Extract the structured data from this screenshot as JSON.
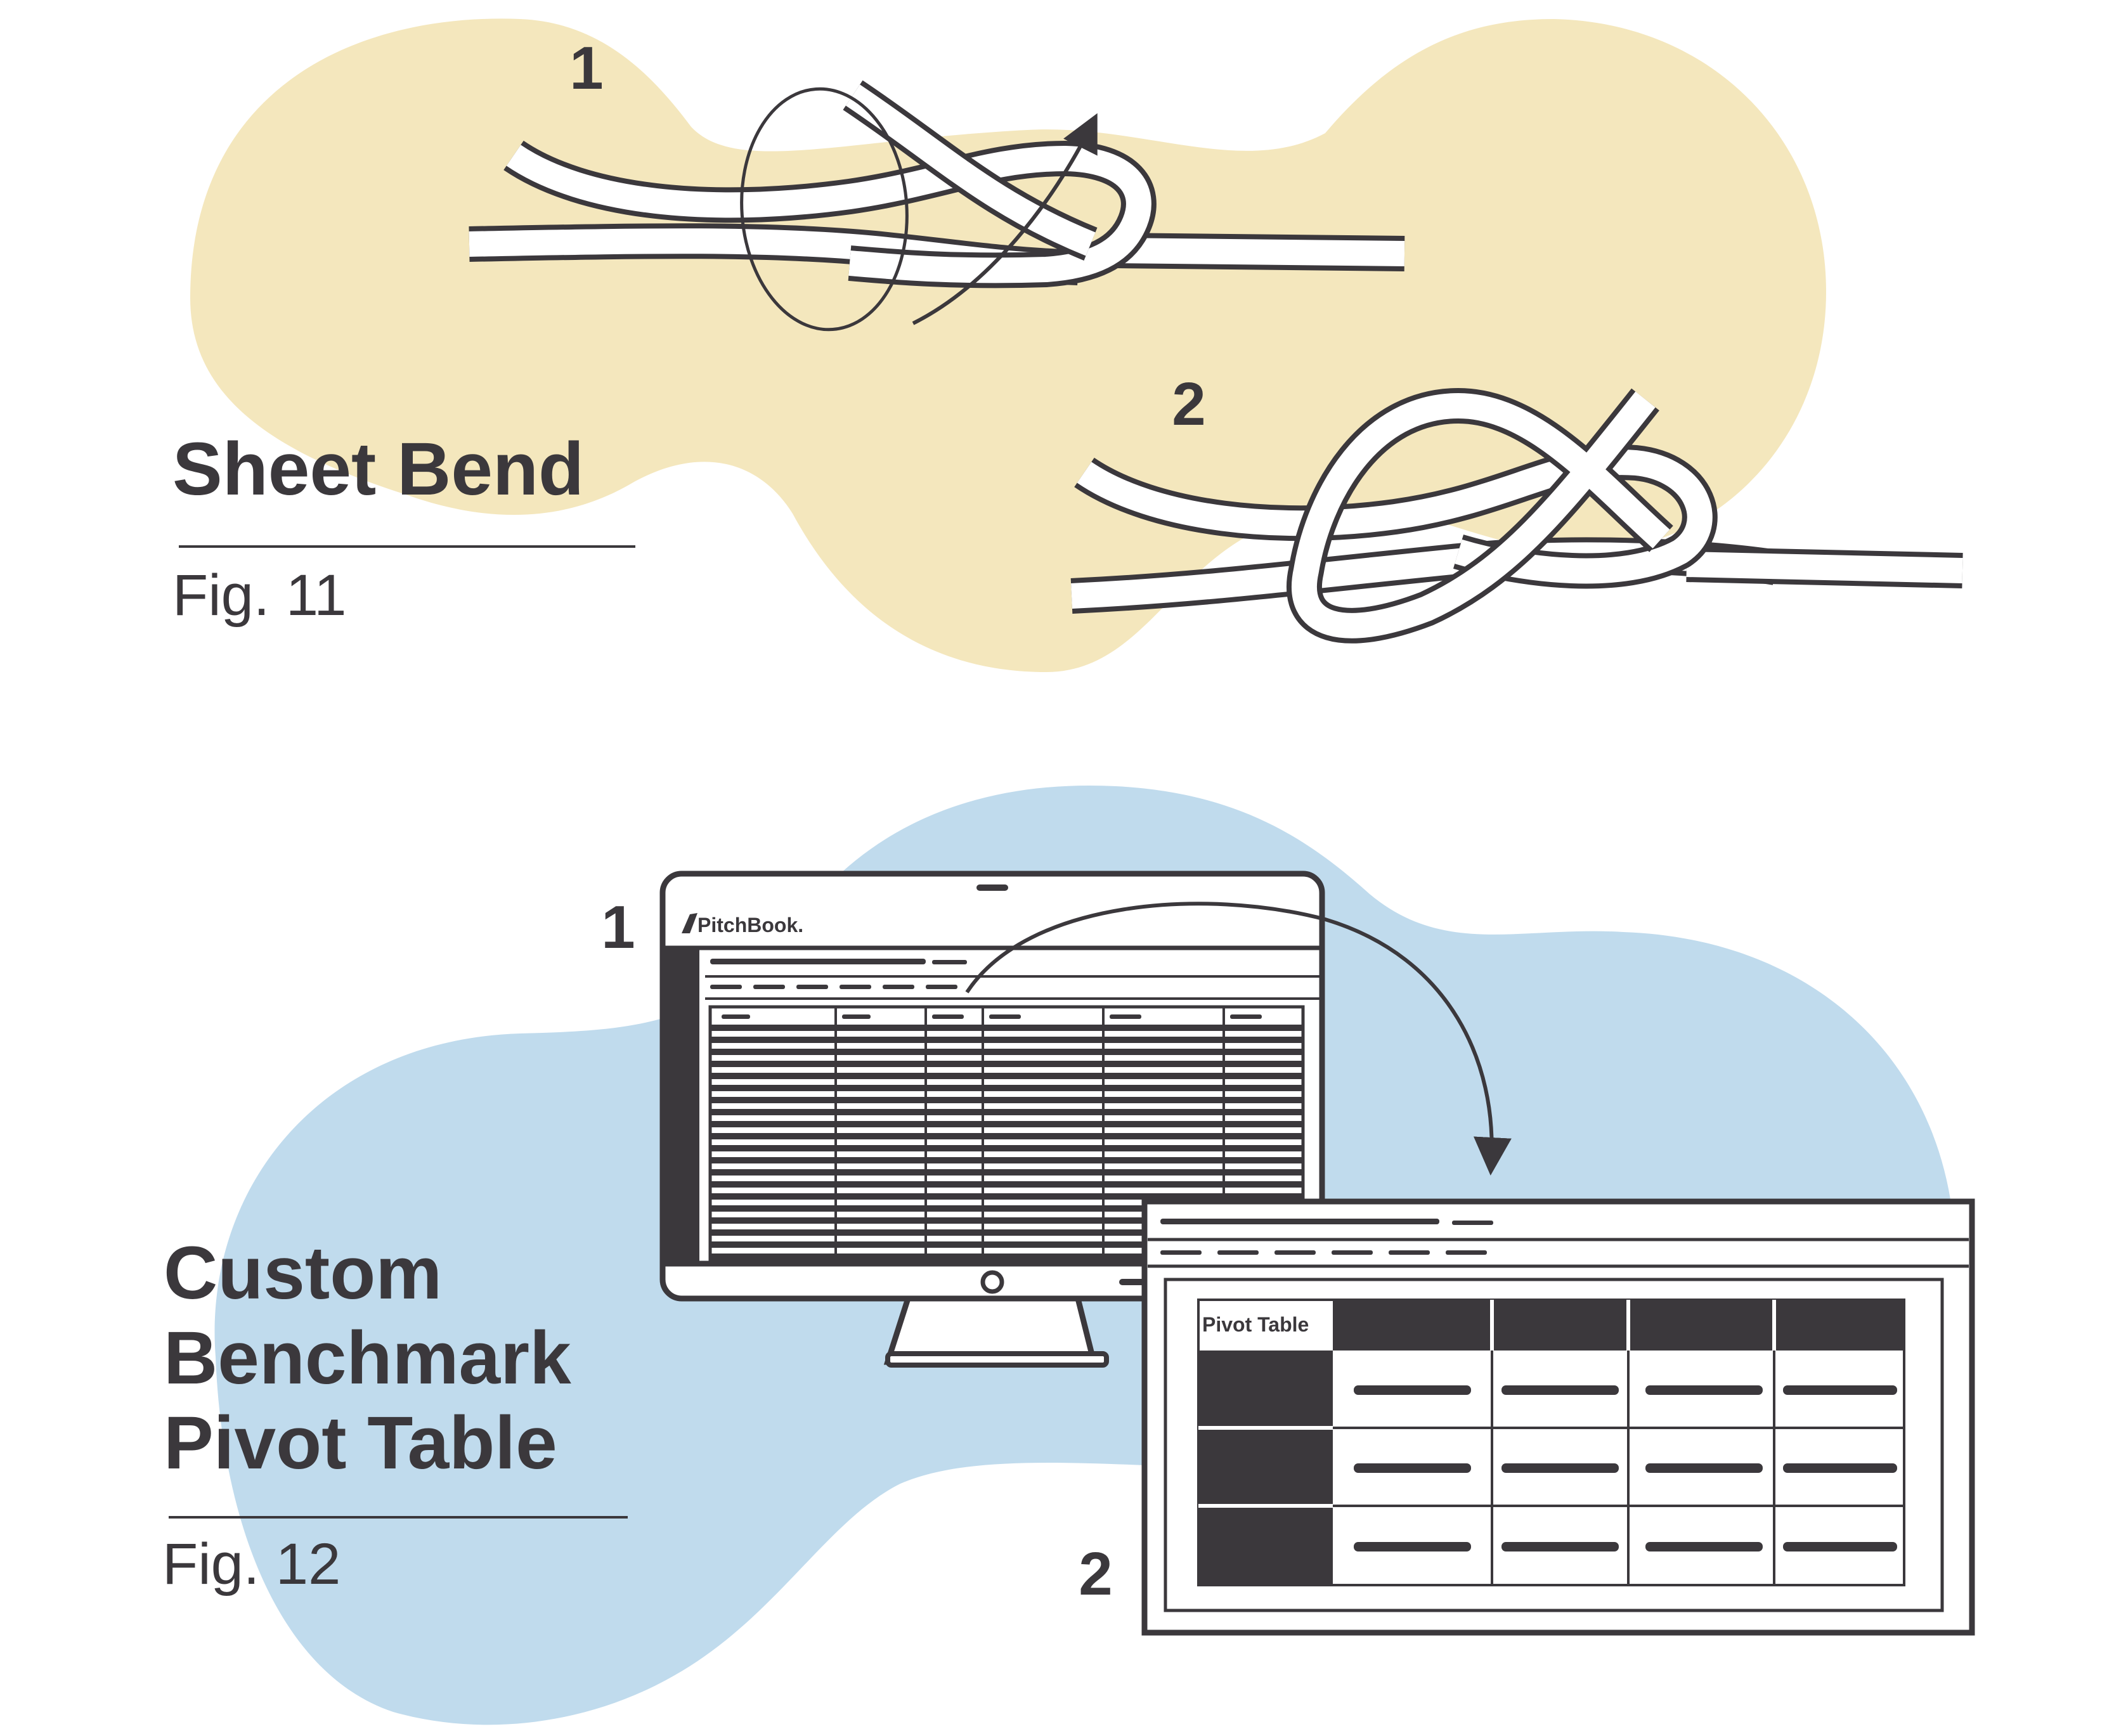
{
  "colors": {
    "ink": "#3b383c",
    "yellow_blob": "#f4e7bd",
    "blue_blob": "#c0dbed",
    "paper": "#ffffff"
  },
  "fig11": {
    "title": "Sheet Bend",
    "caption": "Fig. 11",
    "step1_label": "1",
    "step2_label": "2"
  },
  "fig12": {
    "title_lines": [
      "Custom",
      "Benchmark",
      "Pivot Table"
    ],
    "caption": "Fig. 12",
    "step1_label": "1",
    "step2_label": "2",
    "monitor_brand": "PitchBook.",
    "pivot_table_label": "Pivot Table"
  },
  "icons": [
    "rope-knot-icon",
    "arrow-icon",
    "monitor-icon",
    "window-icon",
    "leaf-logo-icon"
  ]
}
